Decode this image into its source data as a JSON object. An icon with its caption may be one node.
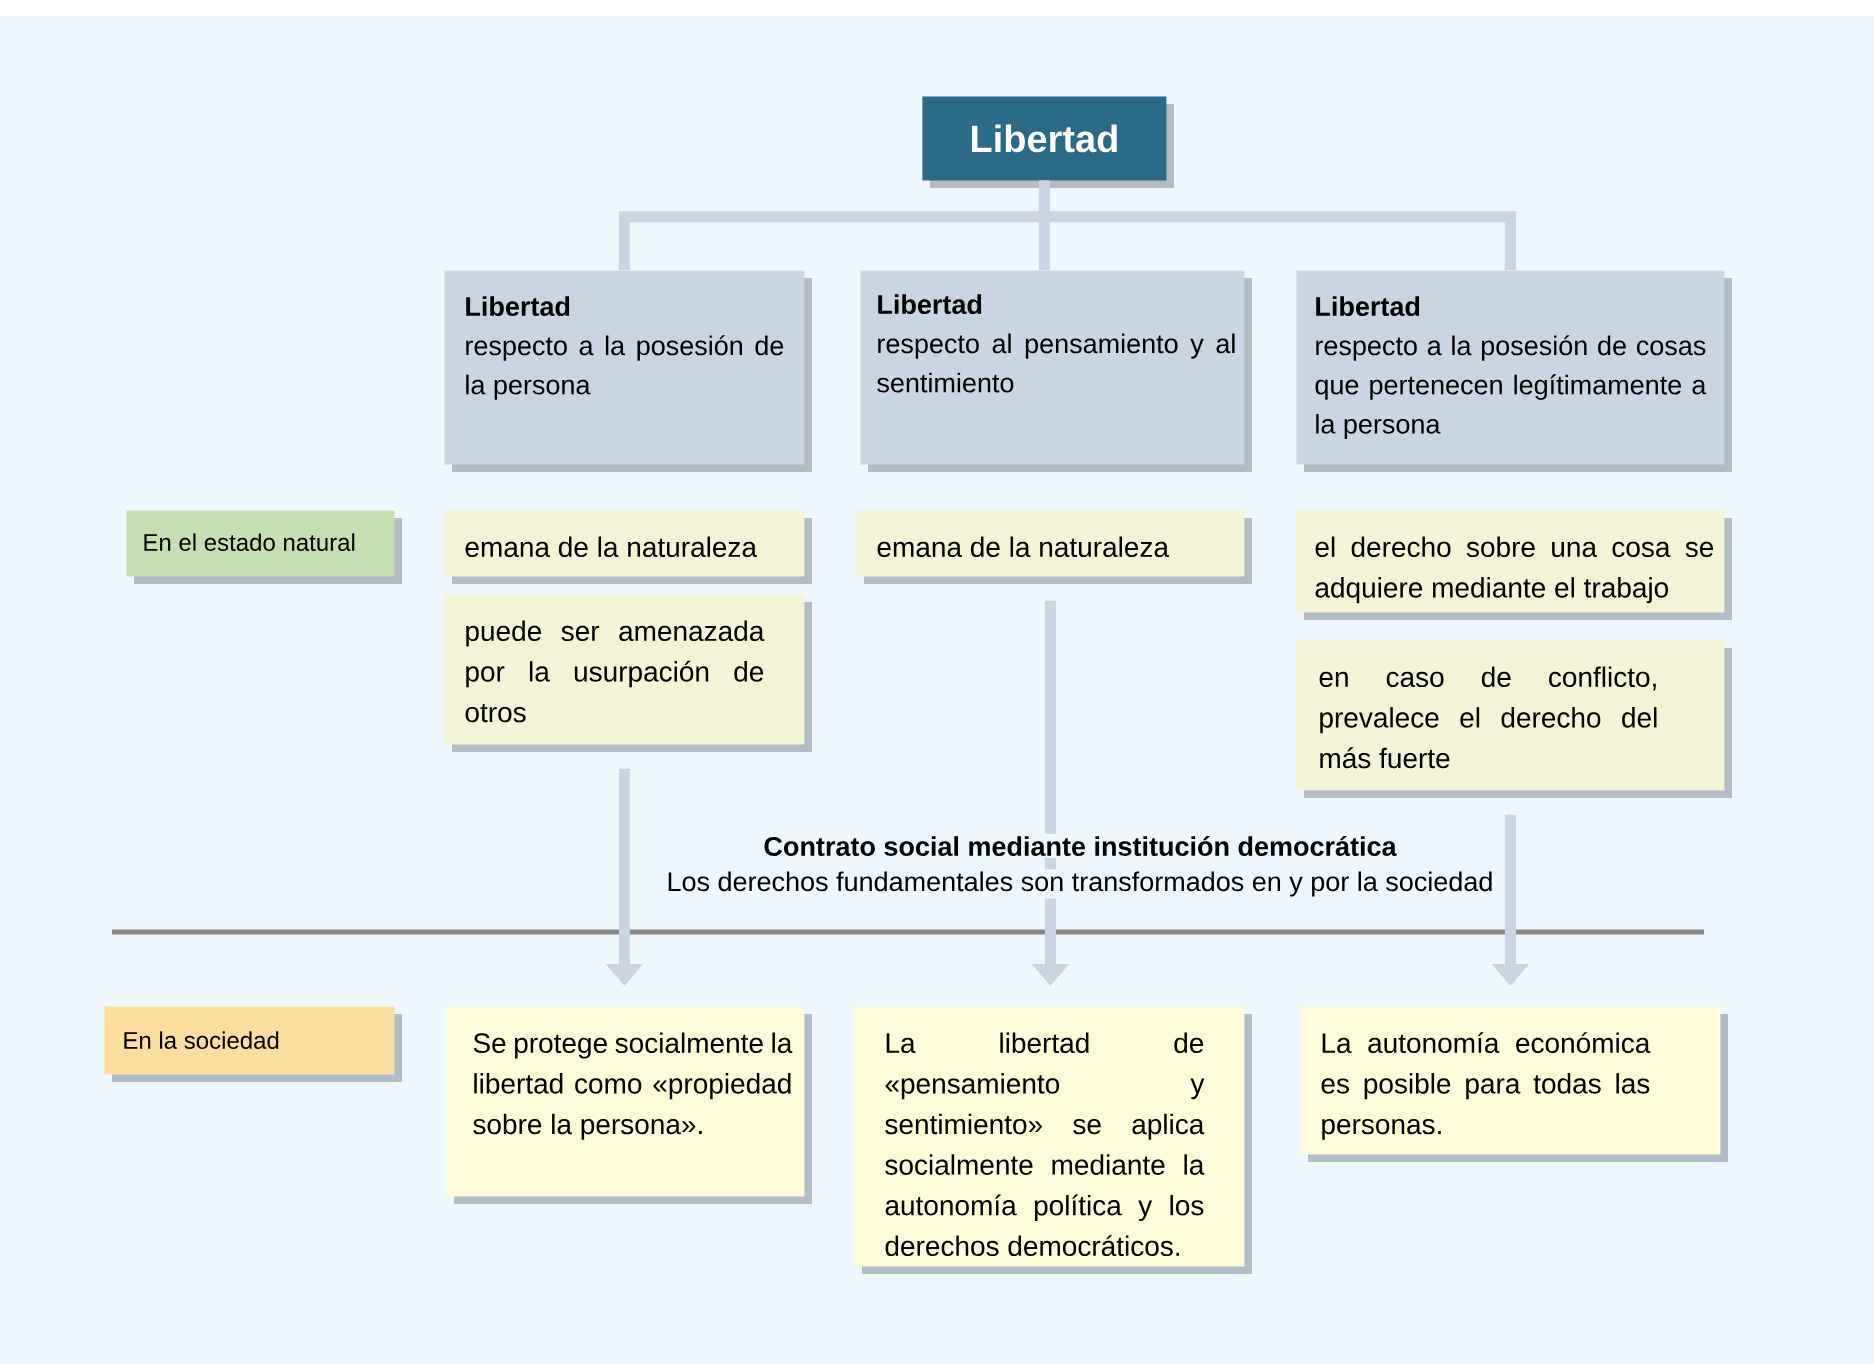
{
  "diagram": {
    "nodes": [
      {
        "text": [
          "Libertad"
        ]
      },
      {
        "text": [
          "Libertad",
          "respecto a la posesión de la persona"
        ]
      },
      {
        "text": [
          "Libertad",
          "respecto al pensamiento y al sentimiento"
        ]
      },
      {
        "text": [
          "Libertad",
          "respecto a la posesión de cosas que pertenecen legítimamente a la persona"
        ]
      },
      {
        "text": [
          "En el estado natural"
        ]
      },
      {
        "text": [
          "emana de la naturaleza"
        ]
      },
      {
        "text": [
          "emana de la naturaleza"
        ]
      },
      {
        "text": [
          "el derecho sobre una cosa se adquiere mediante el trabajo"
        ]
      },
      {
        "text": [
          "puede ser amenazada por la usurpación de otros"
        ]
      },
      {
        "text": [
          "en caso de conflicto, prevalece el derecho del más fuerte"
        ]
      },
      {
        "text": [
          "En la sociedad"
        ]
      },
      {
        "text": [
          "Se protege socialmente la libertad como «propiedad sobre la persona»."
        ]
      },
      {
        "text": [
          "La libertad de «pensamiento y sentimiento» se aplica socialmente mediante la autonomía política y los derechos democráticos."
        ]
      },
      {
        "text": [
          "La autonomía económica es posible para todas las personas."
        ]
      }
    ],
    "edges": [
      {
        "from": 0,
        "to": 1,
        "arrow": "none"
      },
      {
        "from": 0,
        "to": 2,
        "arrow": "none"
      },
      {
        "from": 0,
        "to": 3,
        "arrow": "none"
      },
      {
        "from": 8,
        "to": 11,
        "arrow": "to"
      },
      {
        "from": 6,
        "to": 12,
        "arrow": "to"
      },
      {
        "from": 9,
        "to": 13,
        "arrow": "to"
      }
    ],
    "labels": [
      "Contrato social mediante institución democrática",
      "Los derechos fundamentales son transformados en y por la sociedad"
    ]
  }
}
